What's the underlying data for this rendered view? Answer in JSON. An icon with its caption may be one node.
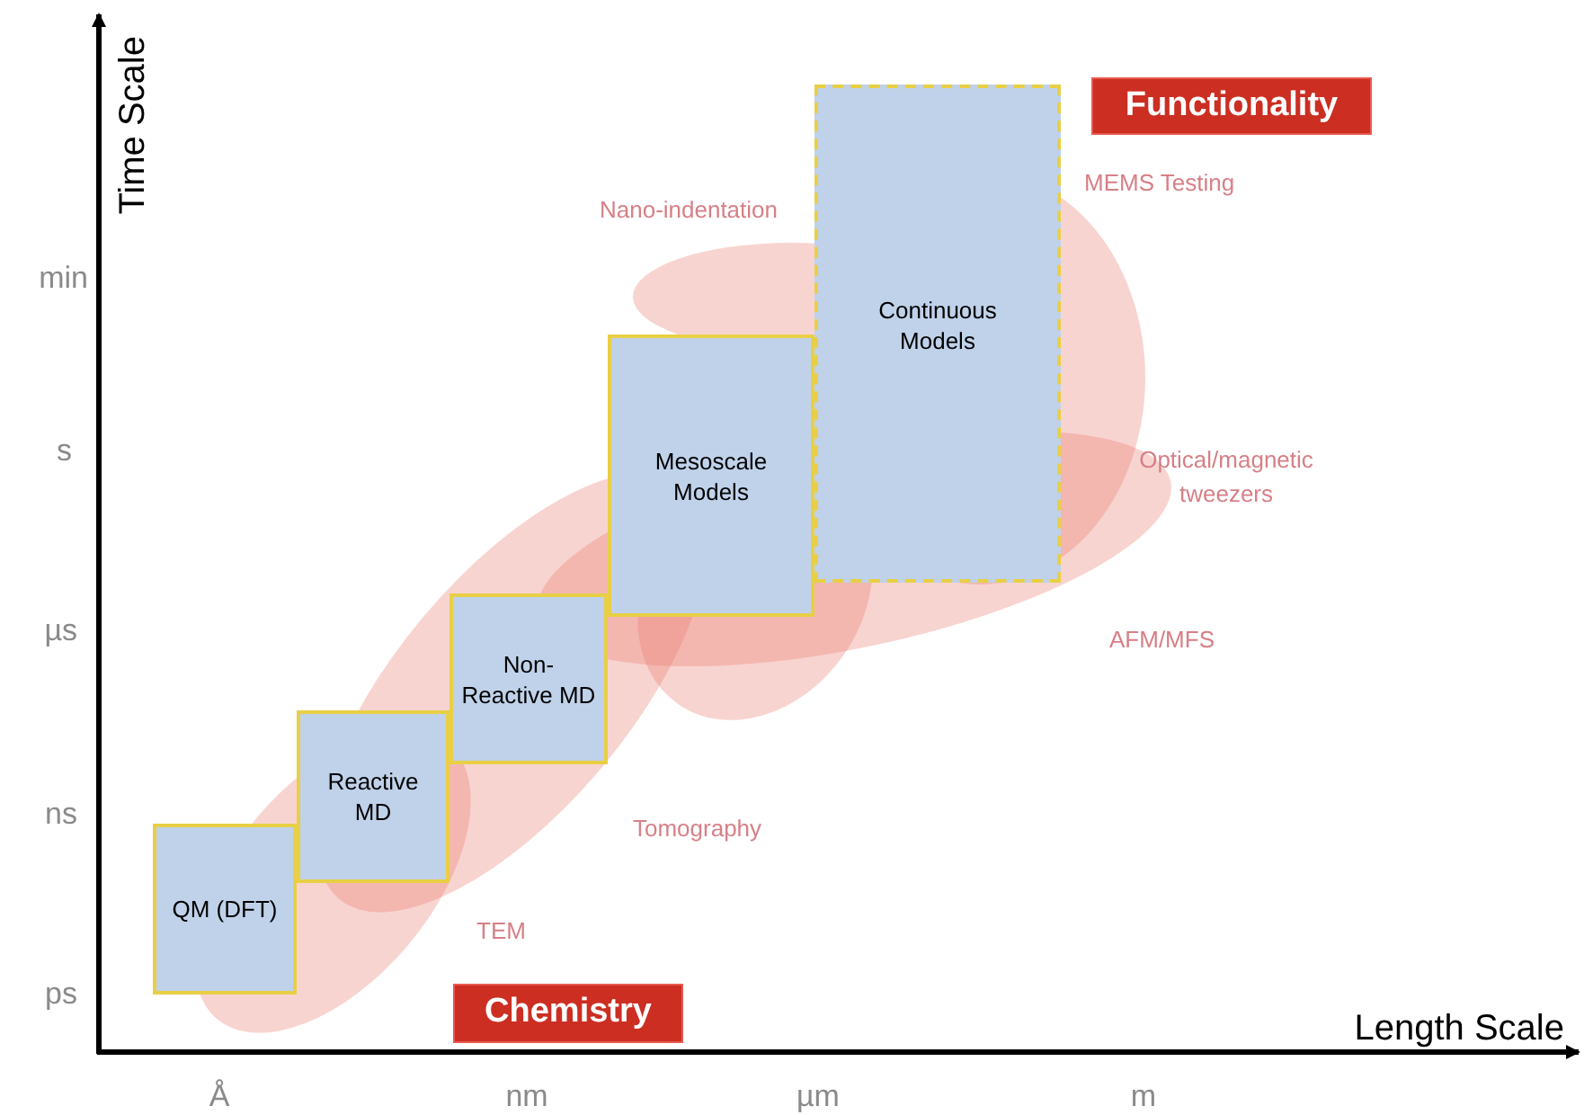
{
  "diagram": {
    "nodes": [
      {
        "text": [
          "QM (DFT)"
        ]
      },
      {
        "text": [
          "Reactive MD"
        ]
      },
      {
        "text": [
          "Non-Reactive MD"
        ]
      },
      {
        "text": [
          "Mesoscale Models"
        ]
      },
      {
        "text": [
          "Continuous Models"
        ]
      },
      {
        "text": [
          "Chemistry"
        ]
      },
      {
        "text": [
          "Functionality"
        ]
      }
    ],
    "edges": [],
    "labels": [
      "Time Scale",
      "min",
      "s",
      "µs",
      "ns",
      "ps",
      "Nano-indentation",
      "MEMS Testing",
      "Optical/magnetic tweezers",
      "AFM/MFS",
      "Tomography",
      "TEM",
      "Length Scale",
      "Å",
      "nm",
      "µm",
      "m"
    ]
  }
}
